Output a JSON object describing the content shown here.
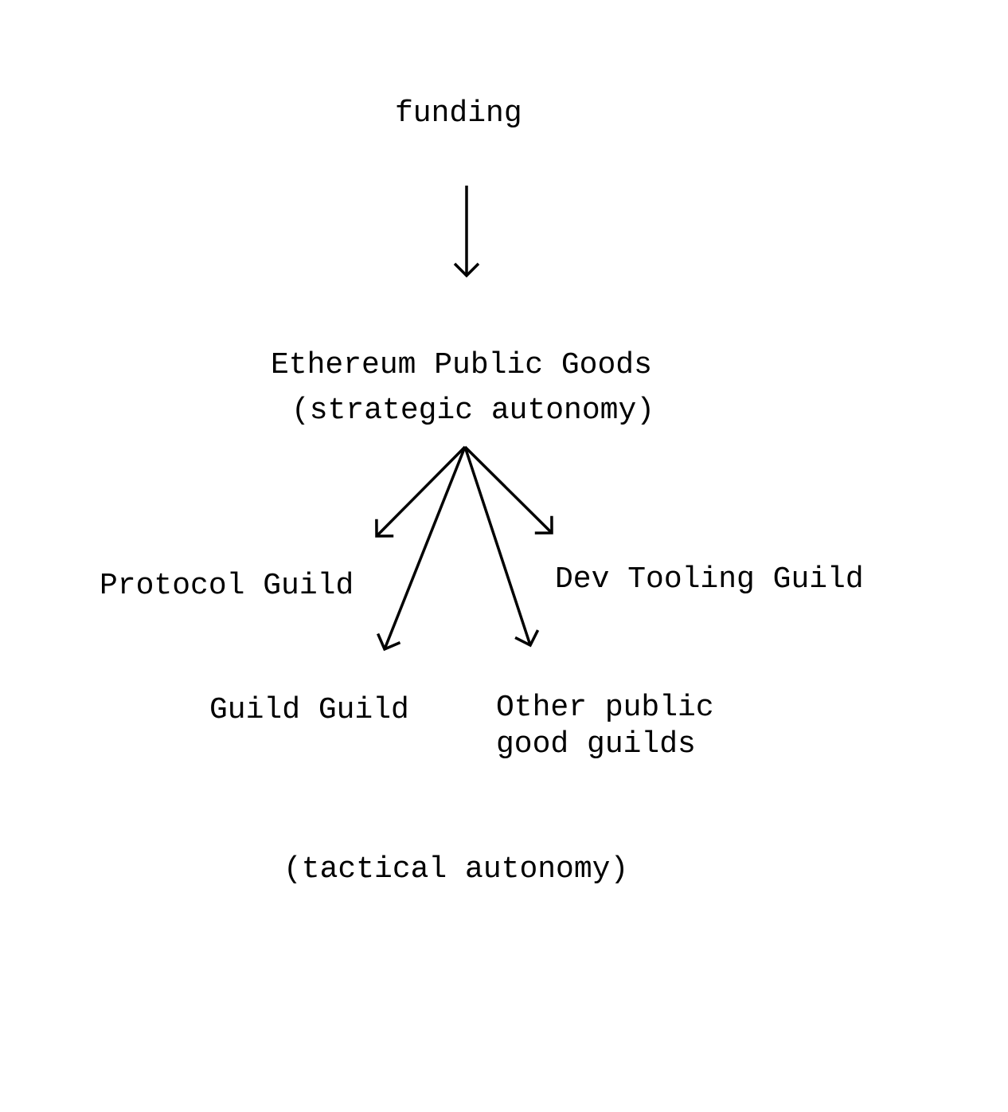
{
  "diagram": {
    "colors": {
      "ink": "#000000",
      "background": "#ffffff"
    },
    "source_node": {
      "label": "funding"
    },
    "hub_node": {
      "title": "Ethereum Public Goods",
      "subtitle": "(strategic autonomy)"
    },
    "child_nodes": [
      {
        "id": "protocol-guild",
        "label": "Protocol Guild"
      },
      {
        "id": "dev-tooling-guild",
        "label": "Dev Tooling Guild"
      },
      {
        "id": "guild-guild",
        "label": "Guild Guild"
      },
      {
        "id": "other-public-good-guilds",
        "label_line1": "Other public",
        "label_line2": "good guilds"
      }
    ],
    "footer_note": "(tactical autonomy)",
    "edges": [
      {
        "from": "funding",
        "to": "ethereum-public-goods"
      },
      {
        "from": "ethereum-public-goods",
        "to": "protocol-guild"
      },
      {
        "from": "ethereum-public-goods",
        "to": "dev-tooling-guild"
      },
      {
        "from": "ethereum-public-goods",
        "to": "guild-guild"
      },
      {
        "from": "ethereum-public-goods",
        "to": "other-public-good-guilds"
      }
    ]
  }
}
